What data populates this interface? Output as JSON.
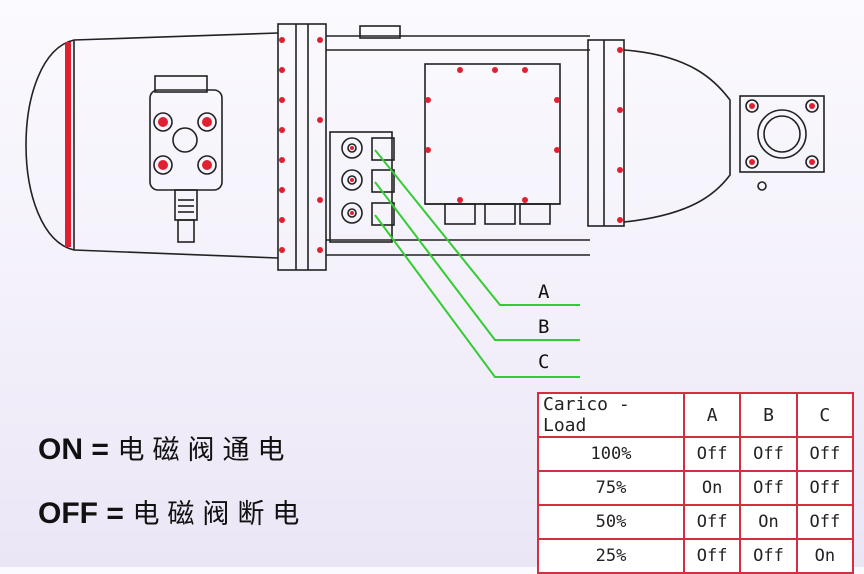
{
  "callouts": [
    "A",
    "B",
    "C"
  ],
  "legend": {
    "on_key": "ON =",
    "on_desc": "电磁阀通电",
    "off_key": "OFF =",
    "off_desc": "电磁阀断电"
  },
  "table": {
    "corner": "Carico - Load",
    "columns": [
      "A",
      "B",
      "C"
    ],
    "rows": [
      {
        "load": "100%",
        "a": "Off",
        "b": "Off",
        "c": "Off"
      },
      {
        "load": "75%",
        "a": "On",
        "b": "Off",
        "c": "Off"
      },
      {
        "load": "50%",
        "a": "Off",
        "b": "On",
        "c": "Off"
      },
      {
        "load": "25%",
        "a": "Off",
        "b": "Off",
        "c": "On"
      }
    ]
  },
  "colors": {
    "line": "#222222",
    "accent_red": "#e02030",
    "leader_green": "#33cc33",
    "table_border": "#d03040"
  }
}
